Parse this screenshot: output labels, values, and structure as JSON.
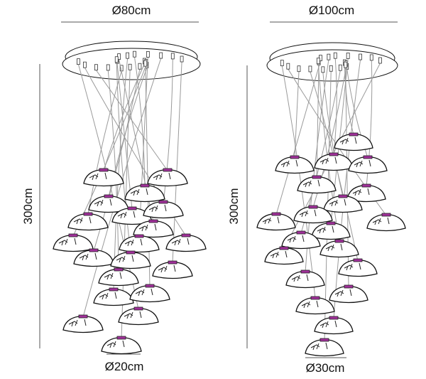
{
  "left_fixture": {
    "canopy_diameter": "Ø80cm",
    "height": "300cm",
    "shade_diameter": "Ø20cm",
    "pendant_count": 20
  },
  "right_fixture": {
    "canopy_diameter": "Ø100cm",
    "height": "300cm",
    "shade_diameter": "Ø30cm",
    "pendant_count": 20
  },
  "colors": {
    "line": "#111111",
    "wire": "#9a9a9a",
    "cap": "#a0309a",
    "dim": "#555555"
  }
}
